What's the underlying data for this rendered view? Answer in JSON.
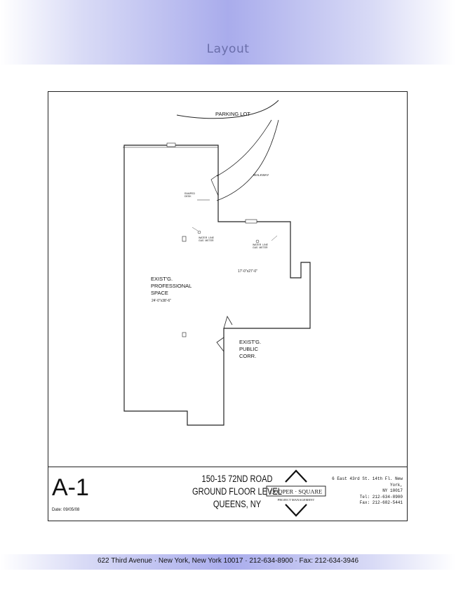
{
  "header": {
    "title": "Layout"
  },
  "drawing": {
    "labels": {
      "parking_lot": "PARKING LOT",
      "walkway": "WALKWAY",
      "ramp": "RAMPED\nDESK",
      "water_left": "WATER  LINE\nGAS  METER",
      "water_right": "WATER  LINE\nGAS  METER",
      "dim_right": "17'-0\"x27'-0\"",
      "prof_space": "EXIST'G.\nPROFESSIONAL\nSPACE",
      "prof_dim": "24'-0\"x38'-6\"",
      "corr": "EXIST'G.\nPUBLIC\nCORR."
    }
  },
  "title_block": {
    "sheet_number": "A-1",
    "date": "Date: 09/05/08",
    "address_line1": "150-15 72ND ROAD",
    "address_line2": "GROUND FLOOR LEVEL",
    "address_line3": "QUEENS, NY",
    "logo_name": "COOPER · SQUARE",
    "logo_sub": "PROJECT MANAGEMENT",
    "contact_line1": "6 East 43rd St. 14th Fl. New York,",
    "contact_line2": "NY 10017",
    "contact_line3": "Tel: 212-634-8900",
    "contact_line4": "Fax: 212-682-5441"
  },
  "footer": {
    "text": "622 Third Avenue · New York, New York 10017 · 212-634-8900 · Fax: 212-634-3946"
  }
}
